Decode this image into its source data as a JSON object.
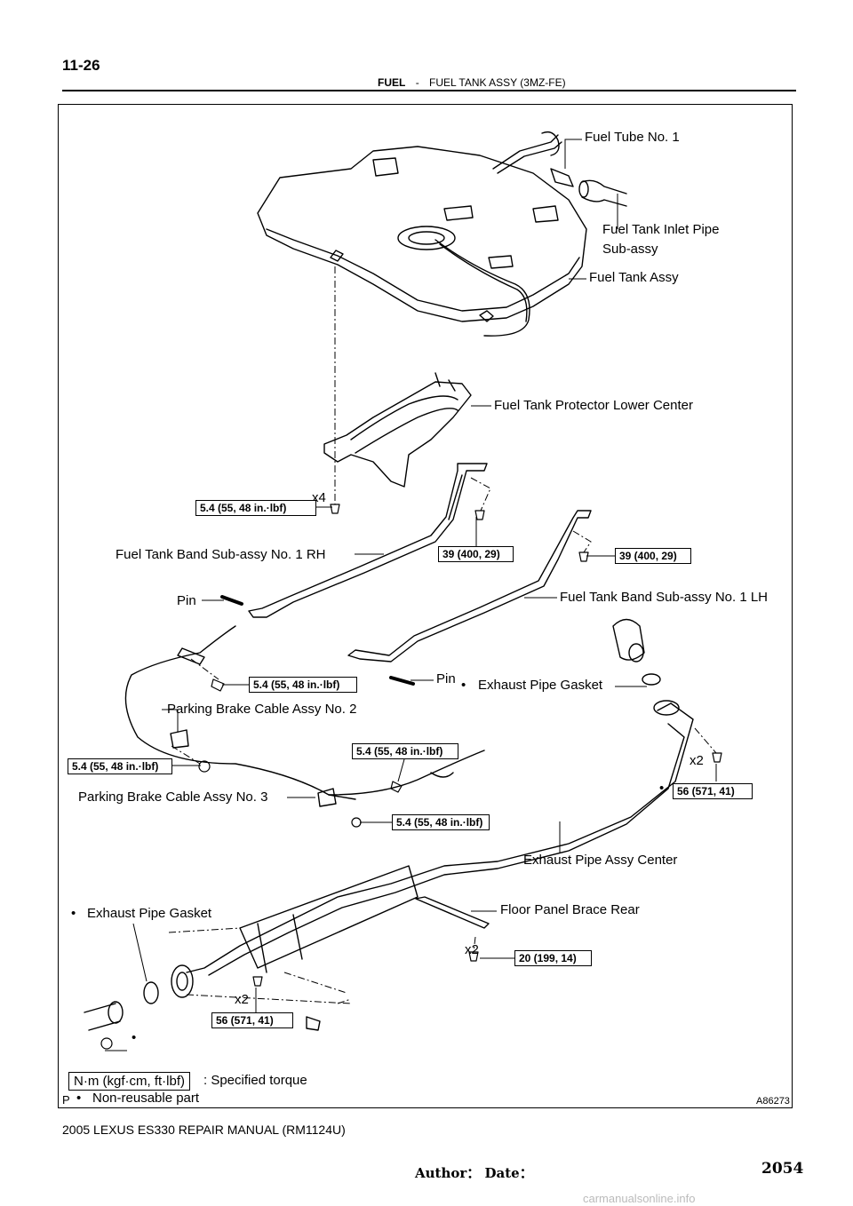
{
  "header": {
    "page_code": "11-26",
    "section": "FUEL",
    "separator": "-",
    "subsection": "FUEL TANK ASSY (3MZ-FE)"
  },
  "labels": {
    "fuel_tube_no1": "Fuel Tube No. 1",
    "fuel_tank_inlet_pipe_1": "Fuel Tank Inlet Pipe",
    "fuel_tank_inlet_pipe_2": "Sub-assy",
    "fuel_tank_assy": "Fuel Tank Assy",
    "fuel_tank_protector": "Fuel Tank Protector Lower Center",
    "x4": "x4",
    "band_rh": "Fuel Tank Band Sub-assy No. 1 RH",
    "pin_upper": "Pin",
    "band_lh": "Fuel Tank Band Sub-assy No. 1 LH",
    "pin_lower": "Pin",
    "exhaust_gasket_right": "Exhaust Pipe Gasket",
    "parking_cable_2": "Parking Brake Cable Assy No. 2",
    "x2_right": "x2",
    "parking_cable_3": "Parking Brake Cable Assy No. 3",
    "exhaust_pipe_center": "Exhaust Pipe Assy Center",
    "floor_panel_brace": "Floor Panel Brace Rear",
    "exhaust_gasket_left": "Exhaust Pipe Gasket",
    "x2_brace": "x2",
    "x2_left": "x2",
    "bullet": "•"
  },
  "torques": {
    "t_protector": "5.4 (55, 48 in.·lbf)",
    "t_band_rh": "39 (400, 29)",
    "t_band_lh": "39 (400, 29)",
    "t_cable2": "5.4 (55, 48 in.·lbf)",
    "t_left_bolt": "5.4 (55, 48 in.·lbf)",
    "t_mid_bolt": "5.4 (55, 48 in.·lbf)",
    "t_cable3": "5.4 (55, 48 in.·lbf)",
    "t_exhaust_right": "56 (571, 41)",
    "t_brace": "20 (199, 14)",
    "t_exhaust_left": "56 (571, 41)"
  },
  "legend": {
    "unit_box": "N·m (kgf·cm, ft·lbf)",
    "unit_text": ": Specified torque",
    "nonreusable": "Non-reusable part",
    "p_mark": "P"
  },
  "figure_id": "A86273",
  "footer": {
    "manual": "2005 LEXUS ES330 REPAIR MANUAL   (RM1124U)",
    "author_date": "Author：                    Date：",
    "page_number": "2054"
  },
  "watermark": "carmanualsonline.info"
}
